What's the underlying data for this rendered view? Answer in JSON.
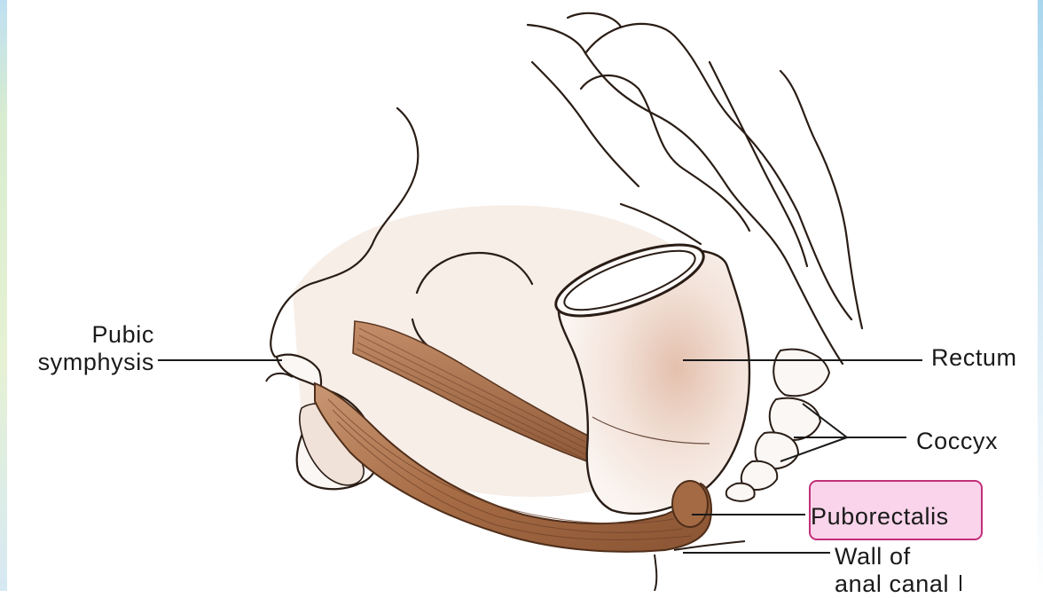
{
  "labels": {
    "pubic_symphysis": [
      "Pubic",
      "symphysis"
    ],
    "rectum": "Rectum",
    "coccyx": "Coccyx",
    "puborectalis": "Puborectalis",
    "wall_of_anal_canal": [
      "Wall of",
      "anal canal"
    ]
  },
  "colors": {
    "muscle": "#b07a52",
    "muscle_dark": "#7a4a2c",
    "tissue_shade": "#e6c6b6",
    "outline": "#2a1d16",
    "highlight_fill": "#f9d4ea",
    "highlight_border": "#c2307a"
  }
}
